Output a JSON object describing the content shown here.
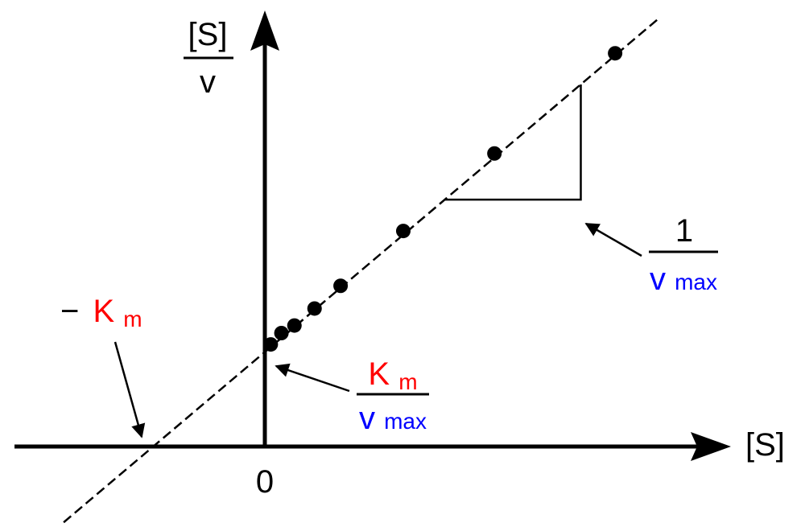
{
  "chart_data": {
    "type": "scatter",
    "title": "",
    "xlabel": "[S]",
    "ylabel": {
      "numerator": "[S]",
      "denominator": "v"
    },
    "origin_label": "0",
    "xlim": [
      -1.0,
      3.6
    ],
    "ylim": [
      -0.6,
      3.0
    ],
    "grid": false,
    "legend": "none",
    "points": [
      {
        "x": 0.05,
        "y": 0.54
      },
      {
        "x": 0.14,
        "y": 0.6
      },
      {
        "x": 0.25,
        "y": 0.64
      },
      {
        "x": 0.42,
        "y": 0.73
      },
      {
        "x": 0.64,
        "y": 0.85
      },
      {
        "x": 1.17,
        "y": 1.14
      },
      {
        "x": 1.94,
        "y": 1.55
      },
      {
        "x": 2.96,
        "y": 2.08
      }
    ],
    "fit_line": {
      "intercept": 0.5,
      "slope": 0.53,
      "style": "dashed"
    },
    "annotations": {
      "x_intercept": {
        "sign": "−",
        "main": "K",
        "sub": "m"
      },
      "y_intercept": {
        "numerator": {
          "main": "K",
          "sub": "m"
        },
        "denominator": {
          "main": "v",
          "sub": "max"
        }
      },
      "slope": {
        "numerator": "1",
        "denominator": {
          "main": "v",
          "sub": "max"
        }
      }
    },
    "colors": {
      "km": "#ff0000",
      "vmax": "#0000ff",
      "ink": "#000000"
    }
  }
}
